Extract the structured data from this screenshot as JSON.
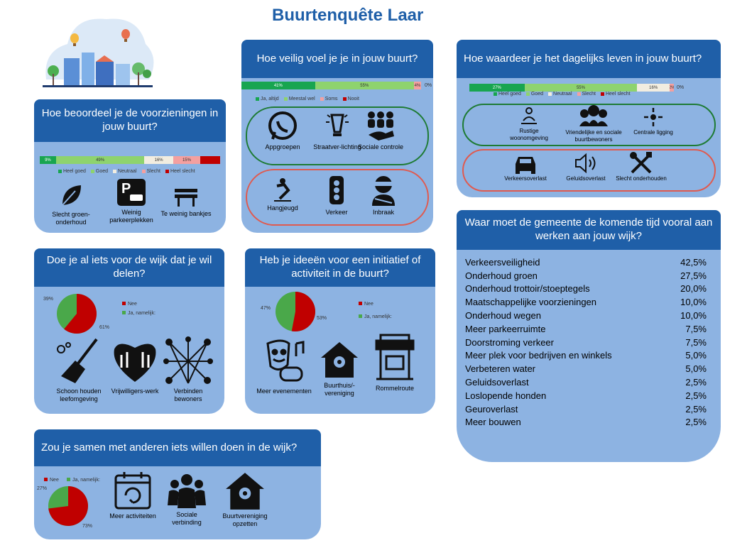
{
  "title": "Buurtenquête Laar",
  "colors": {
    "heel_goed": "#18a550",
    "goed": "#8ed36e",
    "neutraal": "#f2ede0",
    "slecht": "#f4a0a0",
    "heel_slecht": "#c00000",
    "header": "#1f5fa8",
    "panel": "#8db3e2"
  },
  "legend": {
    "heel_goed": "Heel goed",
    "goed": "Goed",
    "neutraal": "Neutraal",
    "slecht": "Slecht",
    "heel_slecht": "Heel slecht"
  },
  "safety_legend": {
    "a": "Ja, altijd",
    "b": "Meestal wel",
    "c": "Soms",
    "d": "Nooit"
  },
  "voorzieningen": {
    "title": "Hoe beoordeel je de voorzieningen in jouw buurt?",
    "bar": [
      {
        "label": "9%",
        "value": 9
      },
      {
        "label": "49%",
        "value": 49
      },
      {
        "label": "16%",
        "value": 16
      },
      {
        "label": "15%",
        "value": 15
      },
      {
        "label": "",
        "value": 11
      }
    ],
    "items": [
      {
        "label": "Slecht groen-onderhoud",
        "icon": "leaf-icon"
      },
      {
        "label": "Weinig parkeerplekken",
        "icon": "parking-icon"
      },
      {
        "label": "Te weinig bankjes",
        "icon": "bench-icon"
      }
    ]
  },
  "veilig": {
    "title": "Hoe veilig voel je je in jouw buurt?",
    "bar": [
      {
        "label": "41%",
        "value": 41
      },
      {
        "label": "55%",
        "value": 55
      },
      {
        "label": "4%",
        "value": 4
      }
    ],
    "zero": "0%",
    "positive": [
      {
        "label": "Appgroepen",
        "icon": "whatsapp-icon"
      },
      {
        "label": "Straatver-lichting",
        "icon": "street-lamp-icon"
      },
      {
        "label": "Sociale controle",
        "icon": "people-icon"
      }
    ],
    "negative": [
      {
        "label": "Hangjeugd",
        "icon": "skater-icon"
      },
      {
        "label": "Verkeer",
        "icon": "traffic-light-icon"
      },
      {
        "label": "Inbraak",
        "icon": "burglar-icon"
      }
    ]
  },
  "dagelijks": {
    "title": "Hoe waardeer je het dagelijks leven in jouw buurt?",
    "bar": [
      {
        "label": "27%",
        "value": 27
      },
      {
        "label": "55%",
        "value": 55
      },
      {
        "label": "16%",
        "value": 16
      },
      {
        "label": "2%",
        "value": 2
      }
    ],
    "zero": "0%",
    "positive": [
      {
        "label": "Rustige woonomgeving",
        "icon": "meditation-icon"
      },
      {
        "label": "Vriendelijke en sociale buurtbewoners",
        "icon": "group-icon"
      },
      {
        "label": "Centrale ligging",
        "icon": "center-icon"
      }
    ],
    "negative": [
      {
        "label": "Verkeersoverlast",
        "icon": "car-icon"
      },
      {
        "label": "Geluidsoverlast",
        "icon": "speaker-icon"
      },
      {
        "label": "Slecht onderhouden",
        "icon": "tools-icon"
      }
    ]
  },
  "wijk": {
    "title": "Doe je al iets voor de wijk dat je wil delen?",
    "pie": {
      "nee": 61,
      "ja": 39,
      "nee_label": "61%",
      "ja_label": "39%"
    },
    "legend": {
      "nee": "Nee",
      "ja": "Ja, namelijk:"
    },
    "items": [
      {
        "label": "Schoon houden leefomgeving",
        "icon": "broom-icon"
      },
      {
        "label": "Vrijwilligers-werk",
        "icon": "hands-heart-icon"
      },
      {
        "label": "Verbinden bewoners",
        "icon": "network-icon"
      }
    ]
  },
  "ideeen": {
    "title": "Heb je ideeën voor een initiatief of activiteit in de buurt?",
    "pie": {
      "nee": 53,
      "ja": 47,
      "nee_label": "53%",
      "ja_label": "47%"
    },
    "legend": {
      "nee": "Nee",
      "ja": "Ja, namelijk:"
    },
    "items": [
      {
        "label": "Meer evenementen",
        "icon": "masks-icon"
      },
      {
        "label": "Buurthuis/-vereniging",
        "icon": "house-pin-icon"
      },
      {
        "label": "Rommelroute",
        "icon": "market-stall-icon"
      }
    ]
  },
  "samen": {
    "title": "Zou je samen met anderen iets willen doen in de wijk?",
    "pie": {
      "nee": 73,
      "ja": 27,
      "nee_label": "73%",
      "ja_label": "27%"
    },
    "legend": {
      "nee": "Nee",
      "ja": "Ja, namelijk:"
    },
    "items": [
      {
        "label": "Meer activiteiten",
        "icon": "calendar-icon"
      },
      {
        "label": "Sociale verbinding",
        "icon": "community-icon"
      },
      {
        "label": "Buurtvereniging opzetten",
        "icon": "house-pin-icon"
      }
    ]
  },
  "gemeente": {
    "title": "Waar moet de gemeente de komende tijd vooral aan werken aan jouw wijk?",
    "rows": [
      {
        "label": "Verkeersveiligheid",
        "value": "42,5%"
      },
      {
        "label": "Onderhoud groen",
        "value": "27,5%"
      },
      {
        "label": "Onderhoud trottoir/stoeptegels",
        "value": "20,0%"
      },
      {
        "label": "Maatschappelijke voorzieningen",
        "value": "10,0%"
      },
      {
        "label": "Onderhoud wegen",
        "value": "10,0%"
      },
      {
        "label": "Meer parkeerruimte",
        "value": "7,5%"
      },
      {
        "label": "Doorstroming verkeer",
        "value": "7,5%"
      },
      {
        "label": "Meer plek voor bedrijven en winkels",
        "value": "5,0%"
      },
      {
        "label": "Verbeteren water",
        "value": "5,0%"
      },
      {
        "label": "Geluidsoverlast",
        "value": "2,5%"
      },
      {
        "label": "Loslopende honden",
        "value": "2,5%"
      },
      {
        "label": "Geuroverlast",
        "value": "2,5%"
      },
      {
        "label": "Meer bouwen",
        "value": "2,5%"
      }
    ]
  }
}
